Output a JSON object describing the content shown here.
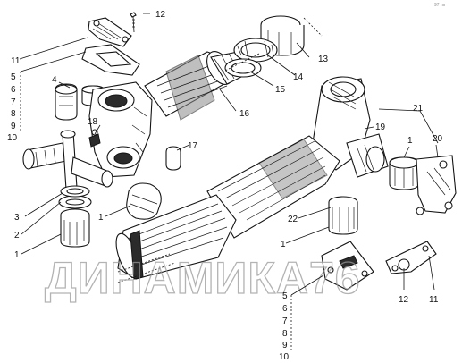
{
  "corner_mark": "97 пп",
  "watermark": "ДИНАМИКА76",
  "callouts": {
    "c12_top": "12",
    "c11_left": "11",
    "c5_left": "5",
    "c6_left": "6",
    "c4": "4",
    "c7_left": "7",
    "c8_left": "8",
    "c9_left": "9",
    "c10_left": "10",
    "c18": "18",
    "c17": "17",
    "c13": "13",
    "c14": "14",
    "c15": "15",
    "c16": "16",
    "c21": "21",
    "c19": "19",
    "c1_right": "1",
    "c20": "20",
    "c3": "3",
    "c2": "2",
    "c1_bottom_left": "1",
    "c1_mid": "1",
    "c22": "22",
    "c1_lower_mid": "1",
    "c5_bottom": "5",
    "c6_bottom": "6",
    "c7_bottom": "7",
    "c8_bottom": "8",
    "c9_bottom": "9",
    "c10_bottom": "10",
    "c12_bottom": "12",
    "c11_bottom": "11"
  }
}
